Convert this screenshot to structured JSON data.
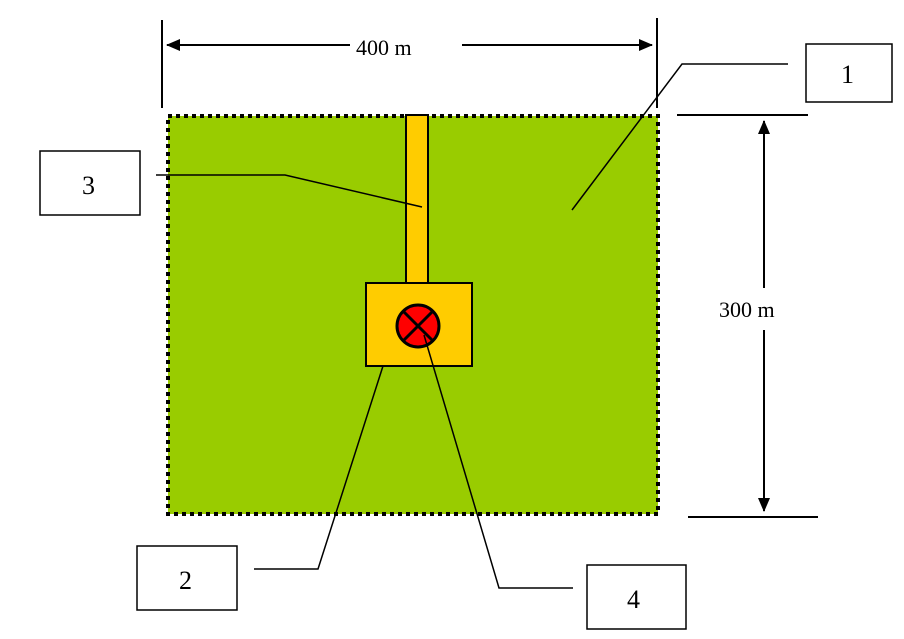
{
  "dimensions": {
    "width_label": "400 m",
    "height_label": "300 m"
  },
  "callouts": {
    "c1": "1",
    "c2": "2",
    "c3": "3",
    "c4": "4"
  },
  "colors": {
    "field": "#99cc00",
    "building": "#ffcc00",
    "well": "#ff0000",
    "outline": "#000000"
  },
  "icons": {
    "well": "x-circle-icon",
    "arrow": "arrowhead-icon"
  }
}
